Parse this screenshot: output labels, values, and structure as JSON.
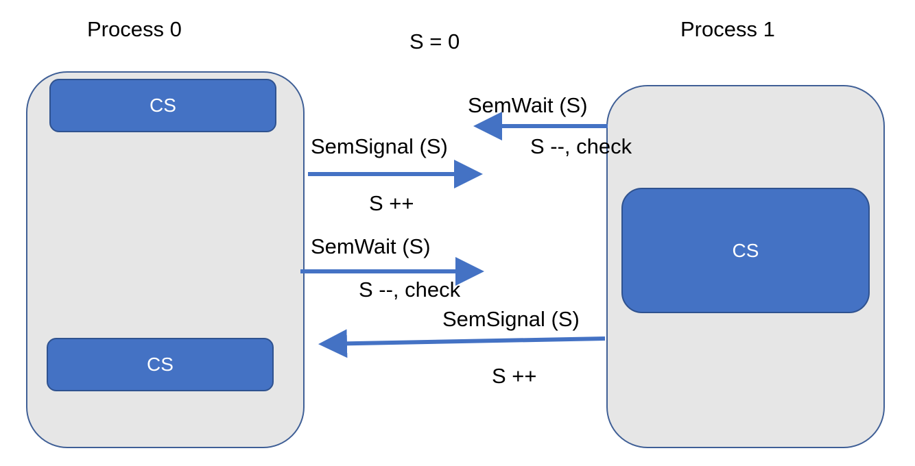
{
  "semaphore_init": "S = 0",
  "process0": {
    "title": "Process 0",
    "cs_top": "CS",
    "cs_bottom": "CS"
  },
  "process1": {
    "title": "Process 1",
    "cs": "CS"
  },
  "messages": {
    "m1_label": "SemWait (S)",
    "m1_sub": "S --, check",
    "m2_label": "SemSignal (S)",
    "m2_sub": "S ++",
    "m3_label": "SemWait (S)",
    "m3_sub": "S --, check",
    "m4_label": "SemSignal (S)",
    "m4_sub": "S ++"
  },
  "colors": {
    "box_fill": "#e6e6e6",
    "cs_fill": "#4472c4",
    "arrow": "#4472c4"
  }
}
